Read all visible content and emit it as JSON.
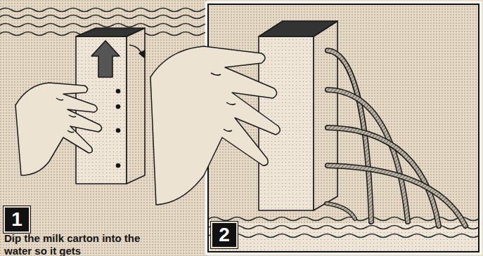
{
  "diagram": {
    "nodes": [
      {
        "text": [
          "1"
        ]
      },
      {
        "text": [
          "2"
        ]
      }
    ],
    "labels": [
      "Dip the milk carton into the water so it gets"
    ]
  }
}
